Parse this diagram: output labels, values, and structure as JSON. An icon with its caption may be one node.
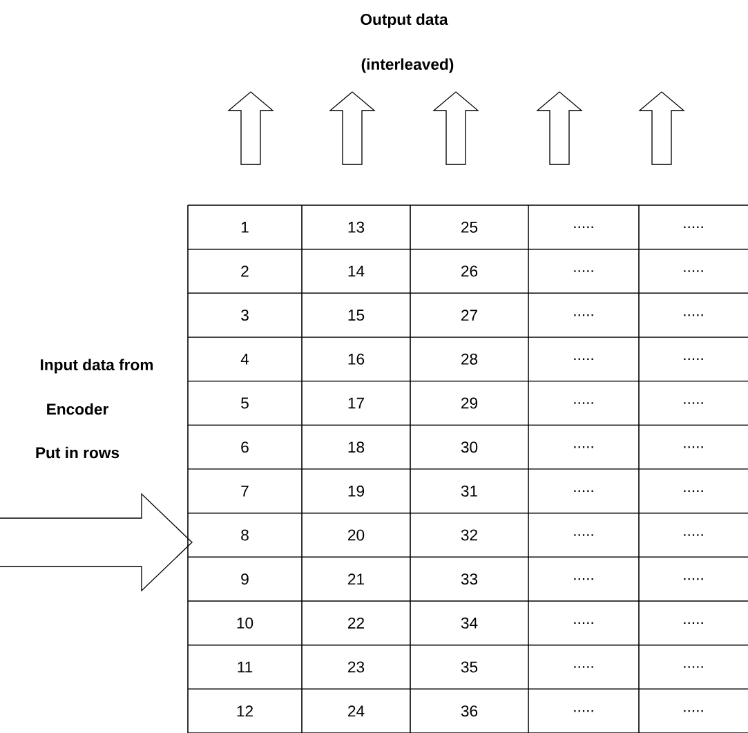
{
  "diagram": {
    "labels": [
      "Output data",
      "(interleaved)",
      "Input data from",
      "Encoder",
      "Put in rows",
      "1",
      "13",
      "25",
      ".....",
      ".....",
      "2",
      "14",
      "26",
      ".....",
      ".....",
      "3",
      "15",
      "27",
      ".....",
      ".....",
      "4",
      "16",
      "28",
      ".....",
      ".....",
      "5",
      "17",
      "29",
      ".....",
      ".....",
      "6",
      "18",
      "30",
      ".....",
      ".....",
      "7",
      "19",
      "31",
      ".....",
      ".....",
      "8",
      "20",
      "32",
      ".....",
      ".....",
      "9",
      "21",
      "33",
      ".....",
      ".....",
      "10",
      "22",
      "34",
      ".....",
      ".....",
      "11",
      "23",
      "35",
      ".....",
      ".....",
      "12",
      "24",
      "36",
      ".....",
      "....."
    ]
  }
}
